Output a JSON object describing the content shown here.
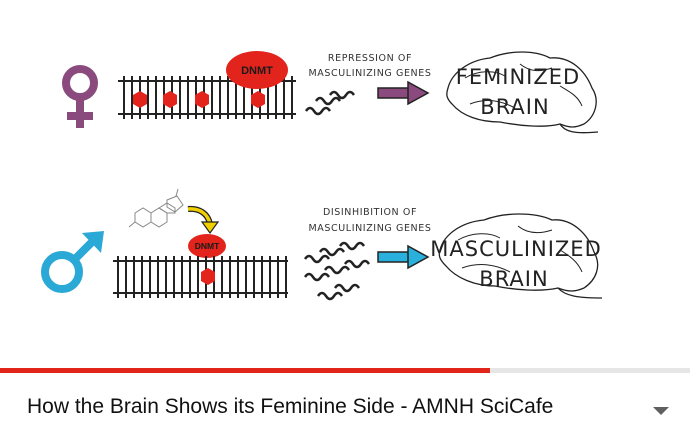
{
  "video": {
    "title": "How the Brain Shows its Feminine Side - AMNH SciCafe",
    "progress": 0.71
  },
  "diagram": {
    "female": {
      "symbol_color": "#8b4a7d",
      "enzyme_label": "DNMT",
      "caption_line1": "REPRESSION OF",
      "caption_line2": "MASCULINIZING GENES",
      "arrow_color": "#8b4a7d",
      "brain_line1": "FEMINIZED",
      "brain_line2": "BRAIN"
    },
    "male": {
      "symbol_color": "#2aa8d6",
      "enzyme_label": "DNMT",
      "caption_line1": "DISINHIBITION OF",
      "caption_line2": "MASCULINIZING GENES",
      "arrow_color": "#2ab0dc",
      "brain_line1": "MASCULINIZED",
      "brain_line2": "BRAIN"
    },
    "colors": {
      "dnmt_red": "#e3241c",
      "hormone_arrow_yellow": "#f0d000",
      "dna_line": "#222222"
    }
  },
  "icons": {
    "expand": "chevron-down-icon"
  }
}
